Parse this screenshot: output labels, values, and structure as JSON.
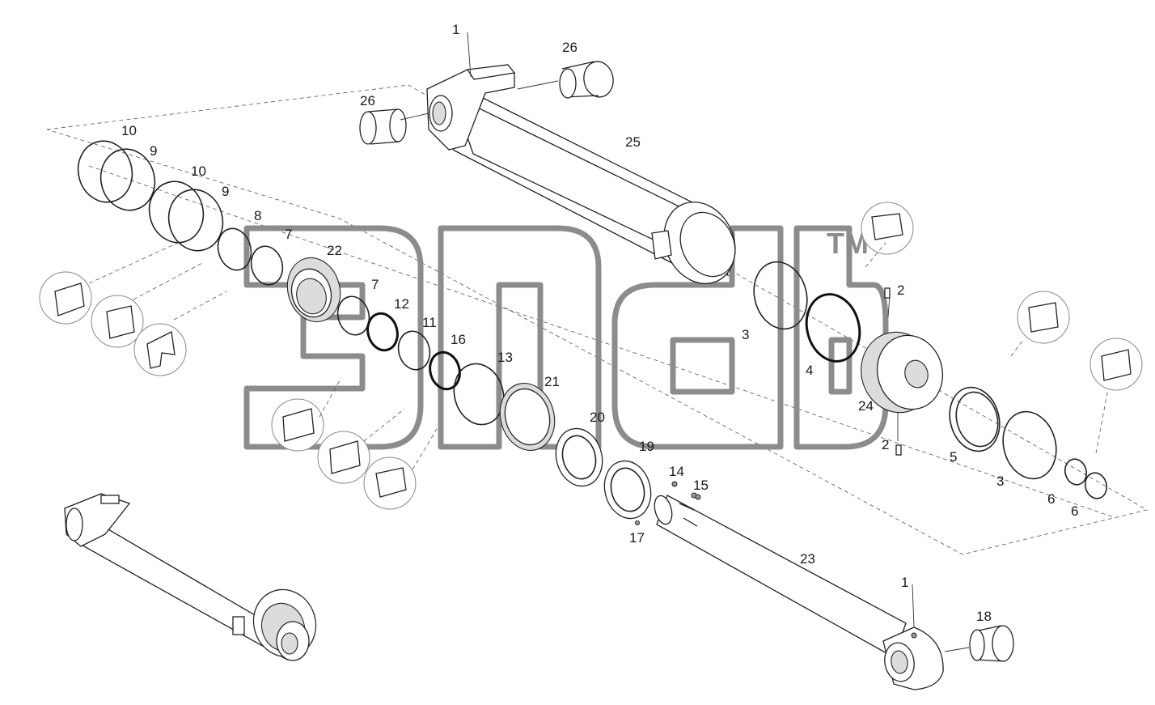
{
  "watermark": {
    "mark": "TM"
  },
  "callouts": [
    {
      "id": "c-1-top",
      "text": "1"
    },
    {
      "id": "c-26-top",
      "text": "26"
    },
    {
      "id": "c-26-left",
      "text": "26"
    },
    {
      "id": "c-25",
      "text": "25"
    },
    {
      "id": "c-10-a",
      "text": "10"
    },
    {
      "id": "c-9-a",
      "text": "9"
    },
    {
      "id": "c-10-b",
      "text": "10"
    },
    {
      "id": "c-9-b",
      "text": "9"
    },
    {
      "id": "c-8",
      "text": "8"
    },
    {
      "id": "c-7-a",
      "text": "7"
    },
    {
      "id": "c-22",
      "text": "22"
    },
    {
      "id": "c-7-b",
      "text": "7"
    },
    {
      "id": "c-12",
      "text": "12"
    },
    {
      "id": "c-11",
      "text": "11"
    },
    {
      "id": "c-16",
      "text": "16"
    },
    {
      "id": "c-13",
      "text": "13"
    },
    {
      "id": "c-21",
      "text": "21"
    },
    {
      "id": "c-20",
      "text": "20"
    },
    {
      "id": "c-19",
      "text": "19"
    },
    {
      "id": "c-14",
      "text": "14"
    },
    {
      "id": "c-15",
      "text": "15"
    },
    {
      "id": "c-17",
      "text": "17"
    },
    {
      "id": "c-23",
      "text": "23"
    },
    {
      "id": "c-1-bottom",
      "text": "1"
    },
    {
      "id": "c-18",
      "text": "18"
    },
    {
      "id": "c-2-top",
      "text": "2"
    },
    {
      "id": "c-3-a",
      "text": "3"
    },
    {
      "id": "c-4",
      "text": "4"
    },
    {
      "id": "c-24",
      "text": "24"
    },
    {
      "id": "c-2-bottom",
      "text": "2"
    },
    {
      "id": "c-5",
      "text": "5"
    },
    {
      "id": "c-3-b",
      "text": "3"
    },
    {
      "id": "c-6-a",
      "text": "6"
    },
    {
      "id": "c-6-b",
      "text": "6"
    }
  ]
}
